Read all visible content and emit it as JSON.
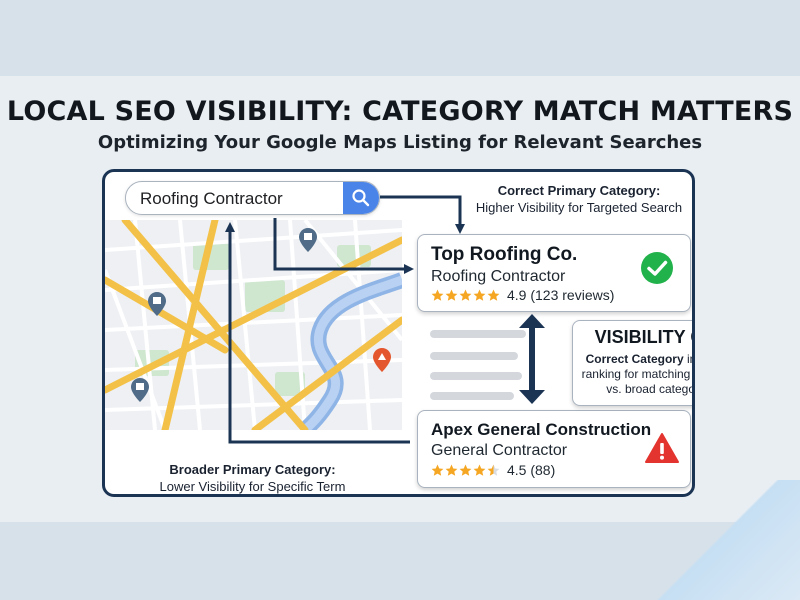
{
  "header": {
    "title": "LOCAL SEO VISIBILITY: CATEGORY MATCH MATTERS",
    "subtitle": "Optimizing Your Google Maps Listing for Relevant Searches"
  },
  "search": {
    "query": "Roofing Contractor",
    "button_icon": "search-icon"
  },
  "annotations": {
    "correct": {
      "title": "Correct Primary Category:",
      "text": "Higher Visibility for Targeted Search"
    },
    "broad": {
      "title": "Broader Primary Category:",
      "text": "Lower Visibility for Specific Term"
    }
  },
  "listings": [
    {
      "name": "Top Roofing Co.",
      "category": "Roofing Contractor",
      "rating": "4.9",
      "reviews": "(123 reviews)",
      "stars": 5,
      "status_icon": "check-circle-icon",
      "status_color": "#22b24c"
    },
    {
      "name": "Apex General Construction",
      "category": "General Contractor",
      "rating": "4.5",
      "reviews": "(88)",
      "stars": 4.5,
      "status_icon": "warning-triangle-icon",
      "status_color": "#e3342f"
    }
  ],
  "gap": {
    "title": "VISIBILITY GAP",
    "desc_bold": "Correct Category",
    "desc_rest": "increases ranking for matching searches vs. broad categories."
  },
  "colors": {
    "navy": "#1b3454",
    "road": "#f3c147",
    "river": "#8fb4e6",
    "park": "#cfe6cf",
    "star": "#f5a623",
    "search_button": "#4a84e8"
  }
}
